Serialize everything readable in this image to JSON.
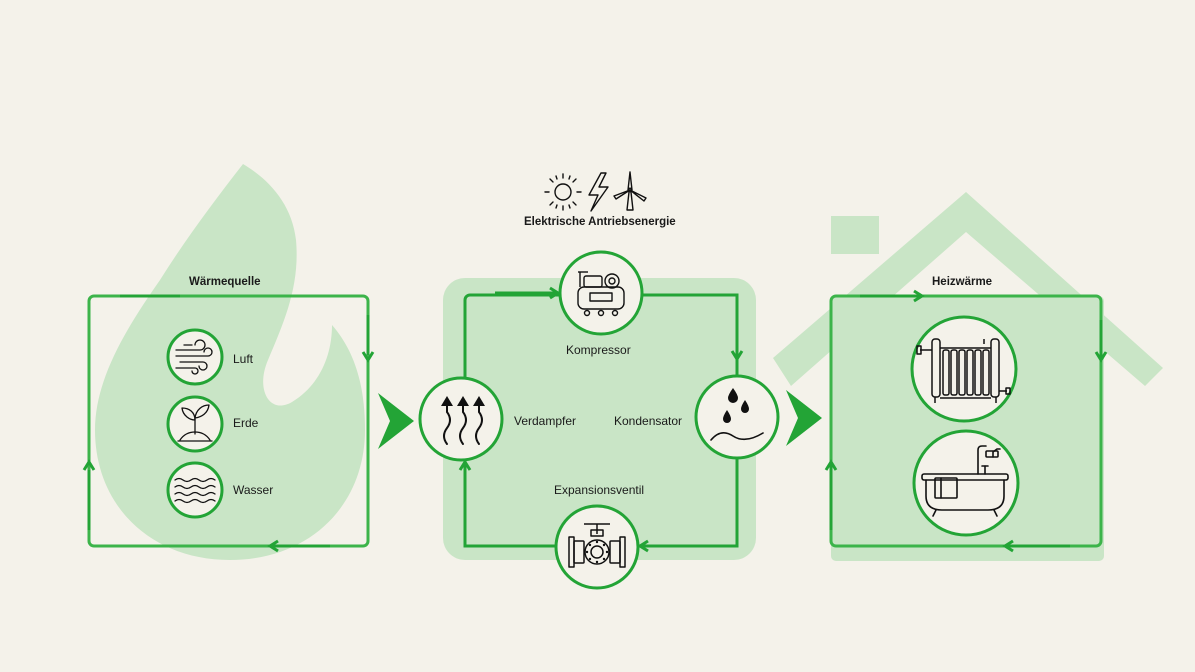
{
  "colors": {
    "background": "#f4f2ea",
    "light_green": "#c9e5c6",
    "line_green": "#3cb44a",
    "arrow_green": "#23a436",
    "icon_stroke": "#111111"
  },
  "energy": {
    "label": "Elektrische Antriebsenergie",
    "icons": [
      "sun-icon",
      "lightning-icon",
      "wind-turbine-icon"
    ]
  },
  "source": {
    "title": "Wärmequelle",
    "items": [
      {
        "label": "Luft",
        "icon": "wind-icon"
      },
      {
        "label": "Erde",
        "icon": "plant-icon"
      },
      {
        "label": "Wasser",
        "icon": "waves-icon"
      }
    ]
  },
  "pump": {
    "compressor": "Kompressor",
    "evaporator": "Verdampfer",
    "condenser": "Kondensator",
    "expansion_valve": "Expansionsventil"
  },
  "heating": {
    "title": "Heizwärme",
    "items": [
      "radiator-icon",
      "bathtub-icon"
    ]
  }
}
